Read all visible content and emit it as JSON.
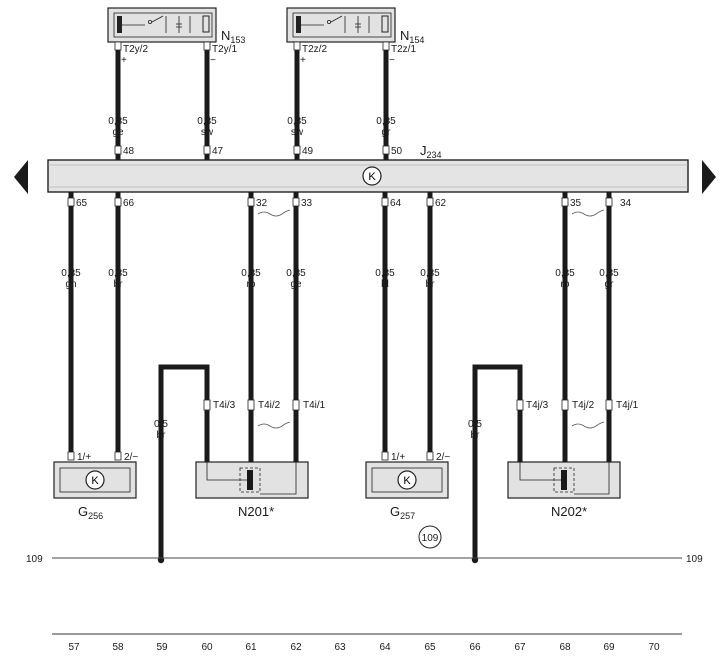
{
  "bus": {
    "name": "J",
    "sub": "234",
    "symbol": "K"
  },
  "top_components": [
    {
      "name": "N",
      "sub": "153"
    },
    {
      "name": "N",
      "sub": "154"
    }
  ],
  "top_wires": [
    {
      "pin_top": "T2y/2",
      "sign": "+",
      "size": "0,35",
      "color": "ge",
      "bus_pin": "48"
    },
    {
      "pin_top": "T2y/1",
      "sign": "−",
      "size": "0,35",
      "color": "sw",
      "bus_pin": "47"
    },
    {
      "pin_top": "T2z/2",
      "sign": "+",
      "size": "0,35",
      "color": "sw",
      "bus_pin": "49"
    },
    {
      "pin_top": "T2z/1",
      "sign": "−",
      "size": "0,35",
      "color": "gr",
      "bus_pin": "50"
    }
  ],
  "bottom_wires": [
    {
      "bus_pin": "65",
      "size": "0,35",
      "color": "gn",
      "dev_pin": "1/+"
    },
    {
      "bus_pin": "66",
      "size": "0,35",
      "color": "br",
      "dev_pin": "2/−"
    },
    {
      "bus_pin": "32",
      "size": "0,35",
      "color": "ro",
      "dev_pin": "T4i/2"
    },
    {
      "bus_pin": "33",
      "size": "0,35",
      "color": "ge",
      "dev_pin": "T4i/1"
    },
    {
      "bus_pin": "64",
      "size": "0,35",
      "color": "bl",
      "dev_pin": "1/+"
    },
    {
      "bus_pin": "62",
      "size": "0,35",
      "color": "br",
      "dev_pin": "2/−"
    },
    {
      "bus_pin": "35",
      "size": "0,35",
      "color": "ro",
      "dev_pin": "T4j/2"
    },
    {
      "bus_pin": "34",
      "size": "0,35",
      "color": "gr",
      "dev_pin": "T4j/1"
    }
  ],
  "ground_wires": [
    {
      "size": "0,5",
      "color": "br",
      "dev_pin": "T4i/3"
    },
    {
      "size": "0,5",
      "color": "br",
      "dev_pin": "T4j/3"
    }
  ],
  "bottom_components": [
    {
      "name": "G",
      "sub": "256",
      "kind": "sensor",
      "symbol": "K"
    },
    {
      "name": "N201*",
      "sub": "",
      "kind": "valve"
    },
    {
      "name": "G",
      "sub": "257",
      "kind": "sensor",
      "symbol": "K"
    },
    {
      "name": "N202*",
      "sub": "",
      "kind": "valve"
    }
  ],
  "ground_line": {
    "left_label": "109",
    "right_label": "109",
    "ref": "109"
  },
  "grid_numbers": [
    "57",
    "58",
    "59",
    "60",
    "61",
    "62",
    "63",
    "64",
    "65",
    "66",
    "67",
    "68",
    "69",
    "70"
  ],
  "icons": [
    "arrow-left-icon",
    "arrow-right-icon",
    "relay-switch-icon",
    "k-symbol-icon"
  ]
}
